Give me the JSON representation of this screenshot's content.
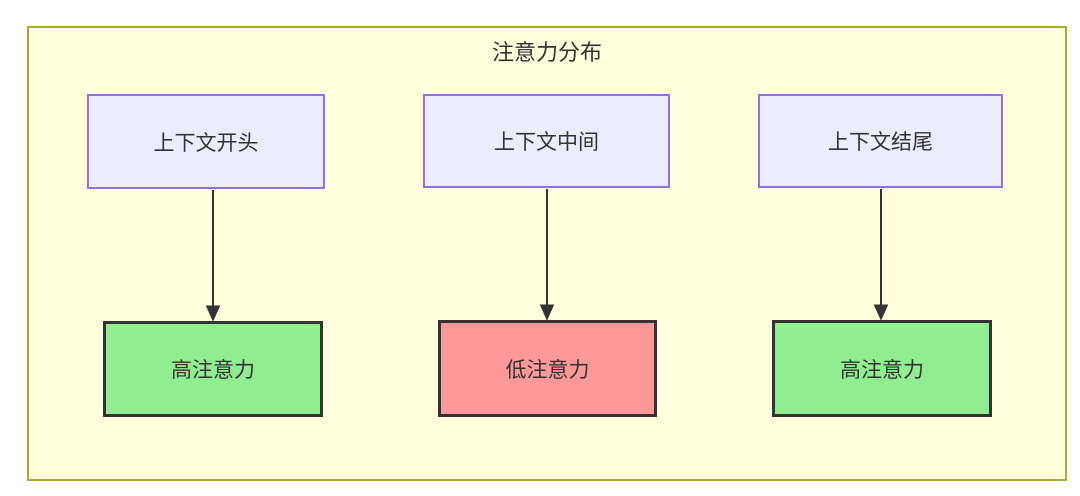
{
  "diagram": {
    "title": "注意力分布",
    "top_nodes": [
      {
        "id": "context-start",
        "label": "上下文开头"
      },
      {
        "id": "context-middle",
        "label": "上下文中间"
      },
      {
        "id": "context-end",
        "label": "上下文结尾"
      }
    ],
    "bottom_nodes": [
      {
        "id": "high-attention-1",
        "label": "高注意力",
        "status": "high"
      },
      {
        "id": "low-attention",
        "label": "低注意力",
        "status": "low"
      },
      {
        "id": "high-attention-2",
        "label": "高注意力",
        "status": "high"
      }
    ],
    "edges": [
      {
        "from": "context-start",
        "to": "high-attention-1"
      },
      {
        "from": "context-middle",
        "to": "low-attention"
      },
      {
        "from": "context-end",
        "to": "high-attention-2"
      }
    ],
    "colors": {
      "container_fill": "#ffffde",
      "container_border": "#aaaa33",
      "node_fill": "#ececff",
      "node_border": "#9370db",
      "high_fill": "#90ee90",
      "low_fill": "#ff9999",
      "result_border": "#333333",
      "arrow": "#333333",
      "text": "#333333"
    }
  }
}
